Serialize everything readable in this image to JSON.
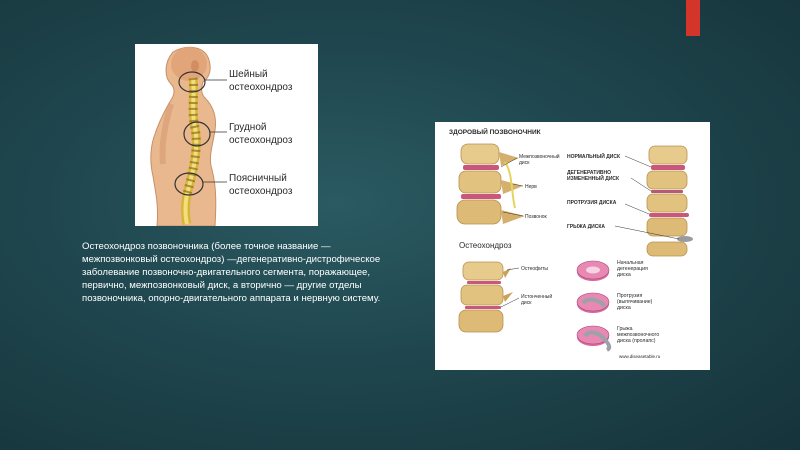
{
  "slide": {
    "caption": "Остеохондроз позвоночника (более точное название — межпозвонковый остеохондроз) —дегенеративно-дистрофическое заболевание позвоночно-двигательного сегмента, поражающее, первично, межпозвонковый диск, а вторично — другие отделы позвоночника, опорно-двигательного аппарата и нервную систему.",
    "accent_color": "#d3352a"
  },
  "left_figure": {
    "labels": {
      "cervical_line1": "Шейный",
      "cervical_line2": "остеохондроз",
      "thoracic_line1": "Грудной",
      "thoracic_line2": "остеохондроз",
      "lumbar_line1": "Поясничный",
      "lumbar_line2": "остеохондроз"
    }
  },
  "right_figure": {
    "top_title": "ЗДОРОВЫЙ ПОЗВОНОЧНИК",
    "healthy_labels": {
      "disc_line1": "Межпозвоночный",
      "disc_line2": "диск",
      "nerve": "Нерв",
      "vertebra": "Позвонок"
    },
    "stages": {
      "normal": "НОРМАЛЬНЫЙ ДИСК",
      "degen_line1": "ДЕГЕНЕРАТИВНО",
      "degen_line2": "ИЗМЕНЕННЫЙ ДИСК",
      "protrusion": "ПРОТРУЗИЯ ДИСКА",
      "hernia": "ГРЫЖА ДИСКА"
    },
    "osteo_title": "Остеохондроз",
    "osteo_labels": {
      "osteophytes": "Остеофиты",
      "thinned_line1": "Истонченный",
      "thinned_line2": "диск"
    },
    "disc_stages": {
      "initial_line1": "Начальная",
      "initial_line2": "дегенерация",
      "initial_line3": "диска",
      "protrusion_line1": "Протрузия",
      "protrusion_line2": "(выпячивание)",
      "protrusion_line3": "диска",
      "hernia_line1": "Грыжа",
      "hernia_line2": "межпозвоночного",
      "hernia_line3": "диска (пролапс)"
    },
    "watermark": "www.diseasetable.ru"
  }
}
